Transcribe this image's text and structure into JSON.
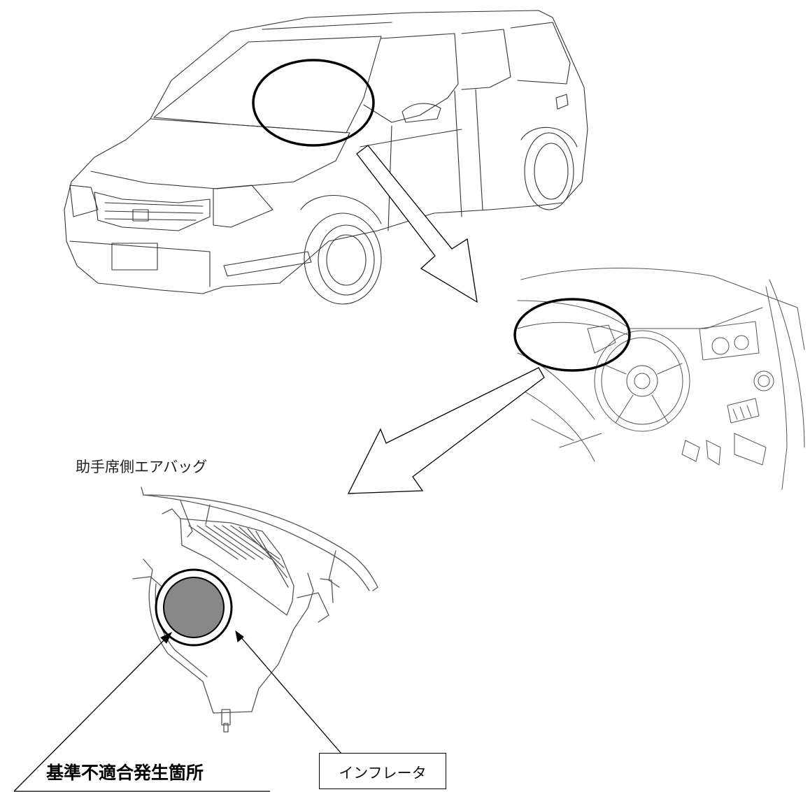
{
  "callouts": {
    "airbag_title": "助手席側エアバッグ",
    "defect_location": "基準不適合発生箇所",
    "inflator": "インフレータ"
  },
  "icons": [
    "minivan-illustration",
    "dashboard-illustration",
    "airbag-module-illustration",
    "inflator-disc",
    "arrow"
  ],
  "colors": {
    "line": "#000000",
    "drawing": "#444444",
    "inflator_fill": "#888888"
  }
}
